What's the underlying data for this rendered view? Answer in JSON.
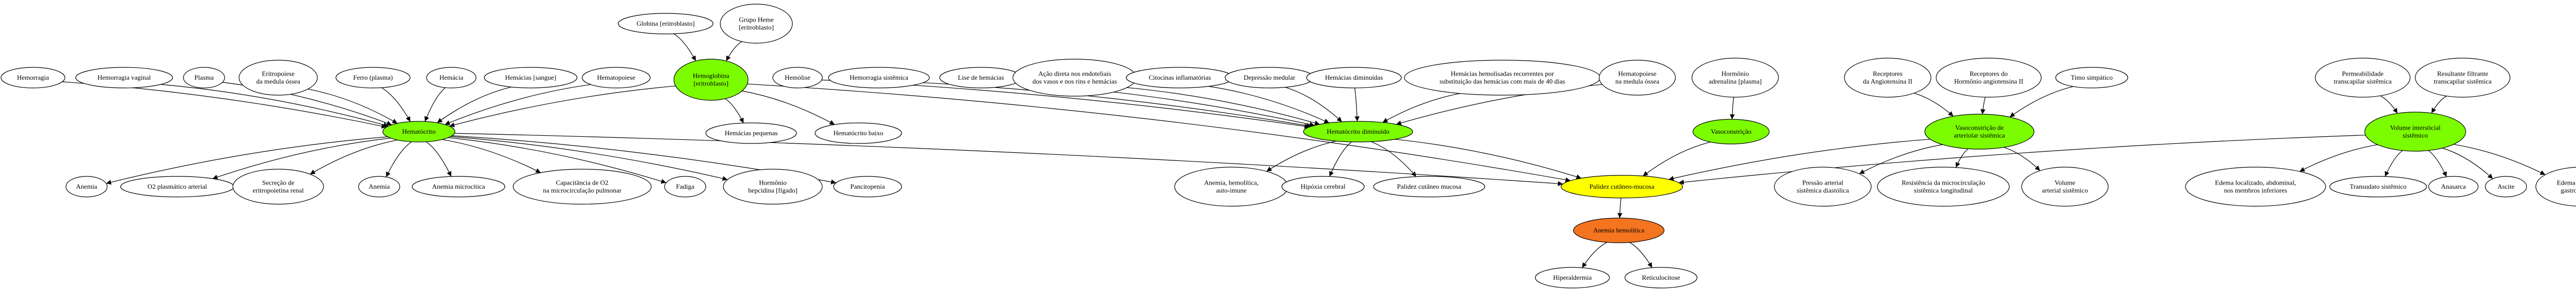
{
  "colors": {
    "stroke": "#000000",
    "default_fill": "#ffffff",
    "green": "#7cfc00",
    "yellow": "#ffff00",
    "orange": "#f4741f"
  },
  "nodes": [
    {
      "id": "globina",
      "lines": [
        "Globina [eritroblasto]"
      ],
      "fill": "default"
    },
    {
      "id": "grupo_heme",
      "lines": [
        "Grupo Heme",
        "[eritroblasto]"
      ],
      "fill": "default"
    },
    {
      "id": "hemorragia",
      "lines": [
        "Hemorragia"
      ],
      "fill": "default"
    },
    {
      "id": "hemorragia_vaginal",
      "lines": [
        "Hemorragia vaginal"
      ],
      "fill": "default"
    },
    {
      "id": "plasma",
      "lines": [
        "Plasma"
      ],
      "fill": "default"
    },
    {
      "id": "eritropoiese_mo",
      "lines": [
        "Eritropoiese",
        "da medula óssea"
      ],
      "fill": "default"
    },
    {
      "id": "ferro_plasma",
      "lines": [
        "Ferro (plasma)"
      ],
      "fill": "default"
    },
    {
      "id": "hemacia",
      "lines": [
        "Hemácia"
      ],
      "fill": "default"
    },
    {
      "id": "hemacias_sangue",
      "lines": [
        "Hemácias [sangue]"
      ],
      "fill": "default"
    },
    {
      "id": "hematopoiese",
      "lines": [
        "Hematopoiese"
      ],
      "fill": "default"
    },
    {
      "id": "hemoglobina",
      "lines": [
        "Hemoglobina",
        "[eritroblasto]"
      ],
      "fill": "green"
    },
    {
      "id": "hemolise",
      "lines": [
        "Hemólise"
      ],
      "fill": "default"
    },
    {
      "id": "hemorragia_sistemica",
      "lines": [
        "Hemorragia sistêmica"
      ],
      "fill": "default"
    },
    {
      "id": "lise_hemacias",
      "lines": [
        "Lise de hemácias"
      ],
      "fill": "default"
    },
    {
      "id": "acao_endoteliais",
      "lines": [
        "Ação direta nos endoteliais",
        "dos vasos e nos rins e hemácias"
      ],
      "fill": "default"
    },
    {
      "id": "citocinas",
      "lines": [
        "Citocinas inflamatórias"
      ],
      "fill": "default"
    },
    {
      "id": "depressao_medular",
      "lines": [
        "Depressão medular"
      ],
      "fill": "default"
    },
    {
      "id": "hemacias_diminuidas",
      "lines": [
        "Hemácias diminuídas"
      ],
      "fill": "default"
    },
    {
      "id": "hemacias_hemolisadas",
      "lines": [
        "Hemácias hemolisadas recorrentes por",
        "substituição das hemácias com mais de 40 dias"
      ],
      "fill": "default"
    },
    {
      "id": "hematopoiese_mo",
      "lines": [
        "Hematopoiese",
        "na medula óssea"
      ],
      "fill": "default"
    },
    {
      "id": "hormonio_adrenalina",
      "lines": [
        "Hormônio",
        "adrenalina [plasma]"
      ],
      "fill": "default"
    },
    {
      "id": "receptores_angio",
      "lines": [
        "Receptores",
        "da Angiotensina II"
      ],
      "fill": "default"
    },
    {
      "id": "receptores_hormonio",
      "lines": [
        "Receptores do",
        "Hormônio angiotensina II"
      ],
      "fill": "default"
    },
    {
      "id": "timo_simpatico",
      "lines": [
        "Timo simpático"
      ],
      "fill": "default"
    },
    {
      "id": "permeabilidade",
      "lines": [
        "Permeabilidade",
        "transcapilar sistêmica"
      ],
      "fill": "default"
    },
    {
      "id": "resultante_filtrante",
      "lines": [
        "Resultante filtrante",
        "transcapilar sistêmica"
      ],
      "fill": "default"
    },
    {
      "id": "hematocrito",
      "lines": [
        "Hematócrito"
      ],
      "fill": "green"
    },
    {
      "id": "hemacias_pequenas",
      "lines": [
        "Hemácias pequenas"
      ],
      "fill": "default"
    },
    {
      "id": "hematocrito_baixo",
      "lines": [
        "Hematócrito baixo"
      ],
      "fill": "default"
    },
    {
      "id": "hematocrito_diminuido",
      "lines": [
        "Hematócrito diminuído"
      ],
      "fill": "green"
    },
    {
      "id": "vasoconstricao",
      "lines": [
        "Vasoconstrição"
      ],
      "fill": "green"
    },
    {
      "id": "vasoconstricao_arteriolar",
      "lines": [
        "Vasoconstrição de",
        "arteríolar sistêmica"
      ],
      "fill": "green"
    },
    {
      "id": "volume_intersticial",
      "lines": [
        "Volume intersticial",
        "sistêmico"
      ],
      "fill": "green"
    },
    {
      "id": "anemia_1",
      "lines": [
        "Anemia"
      ],
      "fill": "default"
    },
    {
      "id": "o2_plasmatico",
      "lines": [
        "O2 plasmático arterial"
      ],
      "fill": "default"
    },
    {
      "id": "secrecao_eritropoietina",
      "lines": [
        "Secreção de",
        "eritropoietina renal"
      ],
      "fill": "default"
    },
    {
      "id": "anemia_2",
      "lines": [
        "Anemia"
      ],
      "fill": "default"
    },
    {
      "id": "anemia_microcitica",
      "lines": [
        "Anemia microcítica"
      ],
      "fill": "default"
    },
    {
      "id": "capacitancia_o2",
      "lines": [
        "Capacitância de O2",
        "na microcirculação pulmonar"
      ],
      "fill": "default"
    },
    {
      "id": "fadiga",
      "lines": [
        "Fadiga"
      ],
      "fill": "default"
    },
    {
      "id": "hormonio_hepcidina",
      "lines": [
        "Hormônio",
        "hepcidina [fígado]"
      ],
      "fill": "default"
    },
    {
      "id": "pancitopenia",
      "lines": [
        "Pancitopenia"
      ],
      "fill": "default"
    },
    {
      "id": "anemia_hemolitica_ai",
      "lines": [
        "Anemia, hemolítica,",
        "auto-imune"
      ],
      "fill": "default"
    },
    {
      "id": "hipoxia_cerebral",
      "lines": [
        "Hipóxia cerebral"
      ],
      "fill": "default"
    },
    {
      "id": "palidez_mucosa",
      "lines": [
        "Palidez cutâneo mucosa"
      ],
      "fill": "default"
    },
    {
      "id": "palidez_cutaneo",
      "lines": [
        "Palidez cutâneo-mucosa"
      ],
      "fill": "yellow"
    },
    {
      "id": "pressao_arterial",
      "lines": [
        "Pressão arterial",
        "sistêmica diastólica"
      ],
      "fill": "default"
    },
    {
      "id": "resistencia_micro",
      "lines": [
        "Resistência da microcirculação",
        "sistêmica longitudinal"
      ],
      "fill": "default"
    },
    {
      "id": "volume_arterial",
      "lines": [
        "Volume",
        "arterial sistêmico"
      ],
      "fill": "default"
    },
    {
      "id": "edema_localizado",
      "lines": [
        "Edema localizado, abdominal,",
        "nos membros inferiores"
      ],
      "fill": "default"
    },
    {
      "id": "transudato",
      "lines": [
        "Transudato sistêmico"
      ],
      "fill": "default"
    },
    {
      "id": "anasarca",
      "lines": [
        "Anasarca"
      ],
      "fill": "default"
    },
    {
      "id": "ascite",
      "lines": [
        "Ascite"
      ],
      "fill": "default"
    },
    {
      "id": "edema_mucosa",
      "lines": [
        "Edema da mucosa",
        "gastrointestinal"
      ],
      "fill": "default"
    },
    {
      "id": "anemia_hemolitica",
      "lines": [
        "Anemia hemolítica"
      ],
      "fill": "orange"
    },
    {
      "id": "hiperaldermia",
      "lines": [
        "Hiperaldermia"
      ],
      "fill": "default"
    },
    {
      "id": "reticulocitose",
      "lines": [
        "Reticulocitose"
      ],
      "fill": "default"
    }
  ],
  "edges": [
    [
      "globina",
      "hemoglobina"
    ],
    [
      "grupo_heme",
      "hemoglobina"
    ],
    [
      "hemorragia",
      "hematocrito"
    ],
    [
      "hemorragia_vaginal",
      "hematocrito"
    ],
    [
      "plasma",
      "hematocrito"
    ],
    [
      "eritropoiese_mo",
      "hematocrito"
    ],
    [
      "ferro_plasma",
      "hematocrito"
    ],
    [
      "hemacia",
      "hematocrito"
    ],
    [
      "hemacias_sangue",
      "hematocrito"
    ],
    [
      "hematopoiese",
      "hematocrito"
    ],
    [
      "hemoglobina",
      "hematocrito"
    ],
    [
      "hemoglobina",
      "hemacias_pequenas"
    ],
    [
      "hemoglobina",
      "hematocrito_baixo"
    ],
    [
      "hemoglobina",
      "palidez_cutaneo"
    ],
    [
      "hemolise",
      "hematocrito_diminuido"
    ],
    [
      "hemorragia_sistemica",
      "hematocrito_diminuido"
    ],
    [
      "lise_hemacias",
      "hematocrito_diminuido"
    ],
    [
      "acao_endoteliais",
      "hematocrito_diminuido"
    ],
    [
      "citocinas",
      "hematocrito_diminuido"
    ],
    [
      "depressao_medular",
      "hematocrito_diminuido"
    ],
    [
      "hemacias_diminuidas",
      "hematocrito_diminuido"
    ],
    [
      "hemacias_hemolisadas",
      "hematocrito_diminuido"
    ],
    [
      "hematopoiese_mo",
      "hematocrito_diminuido"
    ],
    [
      "hormonio_adrenalina",
      "vasoconstricao"
    ],
    [
      "receptores_angio",
      "vasoconstricao_arteriolar"
    ],
    [
      "receptores_hormonio",
      "vasoconstricao_arteriolar"
    ],
    [
      "timo_simpatico",
      "vasoconstricao_arteriolar"
    ],
    [
      "permeabilidade",
      "volume_intersticial"
    ],
    [
      "resultante_filtrante",
      "volume_intersticial"
    ],
    [
      "hematocrito",
      "anemia_1"
    ],
    [
      "hematocrito",
      "o2_plasmatico"
    ],
    [
      "hematocrito",
      "secrecao_eritropoietina"
    ],
    [
      "hematocrito",
      "anemia_2"
    ],
    [
      "hematocrito",
      "anemia_microcitica"
    ],
    [
      "hematocrito",
      "capacitancia_o2"
    ],
    [
      "hematocrito",
      "fadiga"
    ],
    [
      "hematocrito",
      "hormonio_hepcidina"
    ],
    [
      "hematocrito",
      "pancitopenia"
    ],
    [
      "hematocrito",
      "palidez_cutaneo"
    ],
    [
      "hematocrito_diminuido",
      "anemia_hemolitica_ai"
    ],
    [
      "hematocrito_diminuido",
      "hipoxia_cerebral"
    ],
    [
      "hematocrito_diminuido",
      "palidez_mucosa"
    ],
    [
      "hematocrito_diminuido",
      "palidez_cutaneo"
    ],
    [
      "vasoconstricao",
      "palidez_cutaneo"
    ],
    [
      "vasoconstricao_arteriolar",
      "palidez_cutaneo"
    ],
    [
      "vasoconstricao_arteriolar",
      "pressao_arterial"
    ],
    [
      "vasoconstricao_arteriolar",
      "resistencia_micro"
    ],
    [
      "vasoconstricao_arteriolar",
      "volume_arterial"
    ],
    [
      "volume_intersticial",
      "palidez_cutaneo"
    ],
    [
      "volume_intersticial",
      "edema_localizado"
    ],
    [
      "volume_intersticial",
      "transudato"
    ],
    [
      "volume_intersticial",
      "anasarca"
    ],
    [
      "volume_intersticial",
      "ascite"
    ],
    [
      "volume_intersticial",
      "edema_mucosa"
    ],
    [
      "palidez_cutaneo",
      "anemia_hemolitica"
    ],
    [
      "anemia_hemolitica",
      "hiperaldermia"
    ],
    [
      "anemia_hemolitica",
      "reticulocitose"
    ]
  ]
}
